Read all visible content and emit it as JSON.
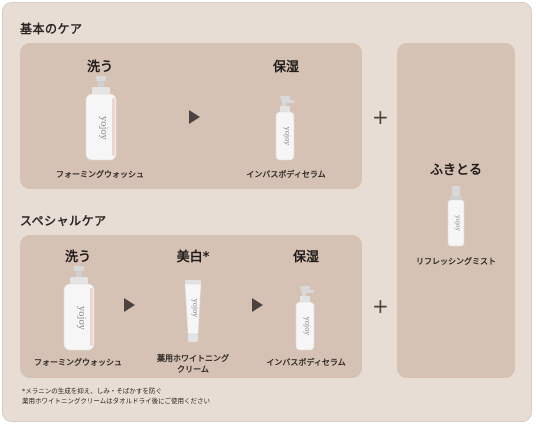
{
  "sections": {
    "basic": {
      "title": "基本のケア"
    },
    "special": {
      "title": "スペシャルケア"
    }
  },
  "brand": "yojoy",
  "basic_steps": [
    {
      "step": "洗う",
      "product": "フォーミングウォッシュ"
    },
    {
      "step": "保湿",
      "product": "インバスボディセラム"
    }
  ],
  "special_steps": [
    {
      "step": "洗う",
      "product": "フォーミングウォッシュ"
    },
    {
      "step": "美白*",
      "product_line1": "薬用ホワイトニング",
      "product_line2": "クリーム"
    },
    {
      "step": "保湿",
      "product": "インバスボディセラム"
    }
  ],
  "wipe": {
    "step": "ふきとる",
    "product": "リフレッシングミスト"
  },
  "notes": {
    "line1": "*メラニンの生成を抑え、しみ・そばかすを防ぐ",
    "line2": "薬用ホワイトニングクリームはタオルドライ後にご使用ください"
  },
  "colors": {
    "background": "#e8ddd4",
    "panel": "#d6c2b4",
    "text": "#2a2522",
    "arrow": "#4a4340"
  }
}
